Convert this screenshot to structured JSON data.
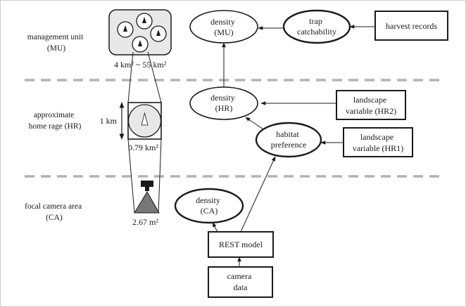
{
  "rows": {
    "mu": {
      "line1": "management unit",
      "line2": "(MU)"
    },
    "hr": {
      "line1": "approximate",
      "line2": "home rage (HR)"
    },
    "ca": {
      "line1": "focal camera area",
      "line2": "(CA)"
    }
  },
  "scales": {
    "mu_area": "4 km² ~ 55 km²",
    "hr_side": "1 km",
    "hr_area": "0.79 km²",
    "ca_area": "2.67 m²"
  },
  "nodes": {
    "density_mu": {
      "line1": "density",
      "line2": "(MU)"
    },
    "trap_catchability": {
      "line1": "trap",
      "line2": "catchability"
    },
    "harvest_records": {
      "label": "harvest records"
    },
    "density_hr": {
      "line1": "density",
      "line2": "(HR)"
    },
    "landscape_hr2": {
      "line1": "landscape",
      "line2": "variable (HR2)"
    },
    "habitat_preference": {
      "line1": "habitat",
      "line2": "preference"
    },
    "landscape_hr1": {
      "line1": "landscape",
      "line2": "variable (HR1)"
    },
    "density_ca": {
      "line1": "density",
      "line2": "(CA)"
    },
    "rest_model": {
      "label": "REST model"
    },
    "camera_data": {
      "line1": "camera",
      "line2": "data"
    }
  }
}
